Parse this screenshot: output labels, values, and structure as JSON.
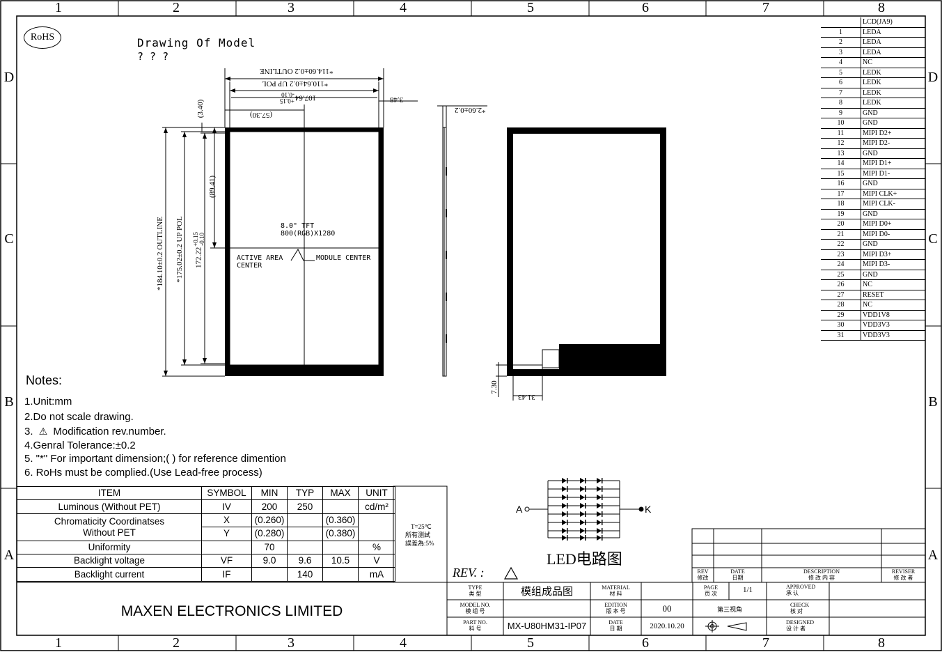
{
  "grid": {
    "columns": [
      "1",
      "2",
      "3",
      "4",
      "5",
      "6",
      "7",
      "8"
    ],
    "rows": [
      "D",
      "C",
      "B",
      "A"
    ]
  },
  "rohs_badge": "RoHS",
  "drawing_title": "Drawing Of Model",
  "drawing_subtitle": "? ? ?",
  "dimensions": {
    "outline_width": "*114.60±0.2 OUTLINE",
    "pol_width": "*110.64±0.2 UP POL",
    "active_width_main": "107.64",
    "active_width_tol_plus": "+0.15",
    "active_width_tol_minus": "-0.10",
    "half_width": "(57.30)",
    "top_gap": "(3.40)",
    "half_height": "(89.41)",
    "outline_height": "*184.10±0.2 OUTLINE",
    "pol_height": "*175.02±0.2 UP POL",
    "active_height_main": "172.22",
    "active_height_tol_plus": "+0.15",
    "active_height_tol_minus": "-0.10",
    "side_offset": "3.48",
    "thickness": "*2.60±0.2",
    "fpc_height": "7.30",
    "fpc_width": "31.43"
  },
  "panel": {
    "spec_line1": "8.0\" TFT",
    "spec_line2": "800(RGB)X1280",
    "active_center_line1": "ACTIVE AREA",
    "active_center_line2": "CENTER",
    "module_center": "MODULE CENTER"
  },
  "pin_table": {
    "header": "LCD(JA9)",
    "pins": [
      {
        "no": "1",
        "signal": "LEDA"
      },
      {
        "no": "2",
        "signal": "LEDA"
      },
      {
        "no": "3",
        "signal": "LEDA"
      },
      {
        "no": "4",
        "signal": "NC"
      },
      {
        "no": "5",
        "signal": "LEDK"
      },
      {
        "no": "6",
        "signal": "LEDK"
      },
      {
        "no": "7",
        "signal": "LEDK"
      },
      {
        "no": "8",
        "signal": "LEDK"
      },
      {
        "no": "9",
        "signal": "GND"
      },
      {
        "no": "10",
        "signal": "GND"
      },
      {
        "no": "11",
        "signal": "MIPI D2+"
      },
      {
        "no": "12",
        "signal": "MIPI D2-"
      },
      {
        "no": "13",
        "signal": "GND"
      },
      {
        "no": "14",
        "signal": "MIPI D1+"
      },
      {
        "no": "15",
        "signal": "MIPI D1-"
      },
      {
        "no": "16",
        "signal": "GND"
      },
      {
        "no": "17",
        "signal": "MIPI CLK+"
      },
      {
        "no": "18",
        "signal": "MIPI CLK-"
      },
      {
        "no": "19",
        "signal": "GND"
      },
      {
        "no": "20",
        "signal": "MIPI D0+"
      },
      {
        "no": "21",
        "signal": "MIPI D0-"
      },
      {
        "no": "22",
        "signal": "GND"
      },
      {
        "no": "23",
        "signal": "MIPI D3+"
      },
      {
        "no": "24",
        "signal": "MIPI D3-"
      },
      {
        "no": "25",
        "signal": "GND"
      },
      {
        "no": "26",
        "signal": "NC"
      },
      {
        "no": "27",
        "signal": "RESET"
      },
      {
        "no": "28",
        "signal": "NC"
      },
      {
        "no": "29",
        "signal": "VDD1V8"
      },
      {
        "no": "30",
        "signal": "VDD3V3"
      },
      {
        "no": "31",
        "signal": "VDD3V3"
      }
    ]
  },
  "notes": {
    "title": "Notes:",
    "items": [
      "1.Unit:mm",
      "2.Do not scale drawing.",
      "Modification rev.number.",
      "4.Genral Tolerance:±0.2",
      "5. \"*\" For important dimension;( ) for reference dimention",
      "6. RoHs must be complied.(Use Lead-free process)"
    ],
    "item3_prefix": "3."
  },
  "spec_table": {
    "headers": [
      "ITEM",
      "SYMBOL",
      "MIN",
      "TYP",
      "MAX",
      "UNIT"
    ],
    "luminous": {
      "item": "Luminous (Without PET)",
      "symbol": "IV",
      "min": "200",
      "typ": "250",
      "max": "",
      "unit": "cd/m²"
    },
    "chroma_item_line1": "Chromaticity Coordinatses",
    "chroma_item_line2": "Without PET",
    "chroma_x": {
      "symbol": "X",
      "min": "(0.260)",
      "typ": "",
      "max": "(0.360)"
    },
    "chroma_y": {
      "symbol": "Y",
      "min": "(0.280)",
      "typ": "",
      "max": "(0.380)"
    },
    "uniformity": {
      "item": "Uniformity",
      "symbol": "",
      "min": "70",
      "typ": "",
      "max": "",
      "unit": "%"
    },
    "voltage": {
      "item": "Backlight voltage",
      "symbol": "VF",
      "min": "9.0",
      "typ": "9.6",
      "max": "10.5",
      "unit": "V"
    },
    "current": {
      "item": "Backlight current",
      "symbol": "IF",
      "min": "",
      "typ": "140",
      "max": "",
      "unit": "mA"
    },
    "condition_line1": "T=25℃",
    "condition_line2": "所有测試",
    "condition_line3": "誤差為:5%"
  },
  "led_circuit": {
    "anode": "A",
    "cathode": "K",
    "title": "LED电路图",
    "rows": 8,
    "diodes_per_row": 3
  },
  "revision": {
    "label": "REV.  :",
    "col_rev": "REV",
    "col_rev_cn": "修改",
    "col_date": "DATE",
    "col_date_cn": "日期",
    "col_desc": "DESCRIPTION",
    "col_desc_cn": "修 改 内 容",
    "col_reviser": "REVISER",
    "col_reviser_cn": "修 改 者"
  },
  "title_block": {
    "company": "MAXEN ELECTRONICS LIMITED",
    "type_label": "TYPE",
    "type_label_cn": "类 型",
    "type_value": "模组成品图",
    "model_label": "MODEL NO.",
    "model_label_cn": "模 组 号",
    "part_label": "PART NO.",
    "part_label_cn": "料 号",
    "part_value": "MX-U80HM31-IP07",
    "material_label": "MATERIAL",
    "material_label_cn": "材 料",
    "edition_label": "EDITION",
    "edition_label_cn": "版 本 号",
    "edition_value": "00",
    "date_label": "DATE",
    "date_label_cn": "日 期",
    "date_value": "2020.10.20",
    "page_label": "PAGE",
    "page_label_cn": "页 次",
    "page_value": "1/1",
    "projection": "第三视角",
    "approved_label": "APPROVED",
    "approved_label_cn": "承 认",
    "check_label": "CHECK",
    "check_label_cn": "核 对",
    "designed_label": "DESIGNED",
    "designed_label_cn": "设 计 者"
  }
}
